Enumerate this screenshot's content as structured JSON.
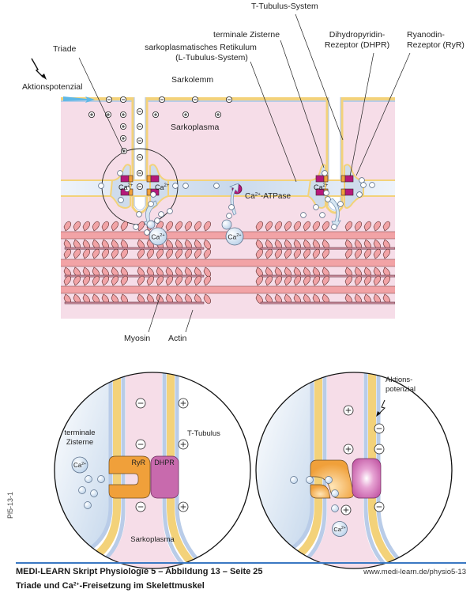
{
  "figure": {
    "labels": {
      "t_tubulus_system": "T-Tubulus-System",
      "terminale_zisterne": "terminale Zisterne",
      "sr_line1": "sarkoplasmatisches Retikulum",
      "sr_line2": "(L-Tubulus-System)",
      "dhpr_line1": "Dihydropyridin-",
      "dhpr_line2": "Rezeptor (DHPR)",
      "ryr_line1": "Ryanodin-",
      "ryr_line2": "Rezeptor (RyR)",
      "triade": "Triade",
      "aktionspotenzial": "Aktionspotenzial",
      "sarkolemm": "Sarkolemm",
      "sarkoplasma": "Sarkoplasma",
      "ca": "Ca",
      "ca_charge": "2+",
      "atpase_suffix": "-ATPase",
      "myosin": "Myosin",
      "actin": "Actin"
    },
    "detail_left": {
      "terminale_line1": "terminale",
      "terminale_line2": "Zisterne",
      "t_tubulus": "T-Tubulus",
      "ryr": "RyR",
      "dhpr": "DHPR",
      "sarkoplasma": "Sarkoplasma",
      "state": "resting"
    },
    "detail_right": {
      "ap_line1": "Aktions-",
      "ap_line2": "potenzial",
      "state": "activated"
    },
    "symbols": {
      "plus": "+",
      "minus": "−"
    },
    "colors": {
      "sarkoplasma": "#f5dbe6",
      "sr_blue": "#d6e3f0",
      "membrane_yellow": "#f3d27a",
      "membrane_blue": "#b9cce8",
      "dhpr_magenta": "#b5187a",
      "ryr_orange": "#f0a03a",
      "dhpr_detail": "#c86aad",
      "myosin_pink": "#f2a3a6",
      "ap_arrow": "#5fb8e6",
      "footer_rule": "#3a78c2"
    }
  },
  "footer": {
    "title_line": "MEDI-LEARN Skript Physiologie 5 – Abbildung 13 – Seite 25",
    "subtitle_prefix": "Triade und Ca",
    "subtitle_sup": "2+",
    "subtitle_suffix": "-Freisetzung im Skelettmuskel",
    "url": "www.medi-learn.de/physio5-13",
    "side_code": "Pl5-13-1"
  }
}
